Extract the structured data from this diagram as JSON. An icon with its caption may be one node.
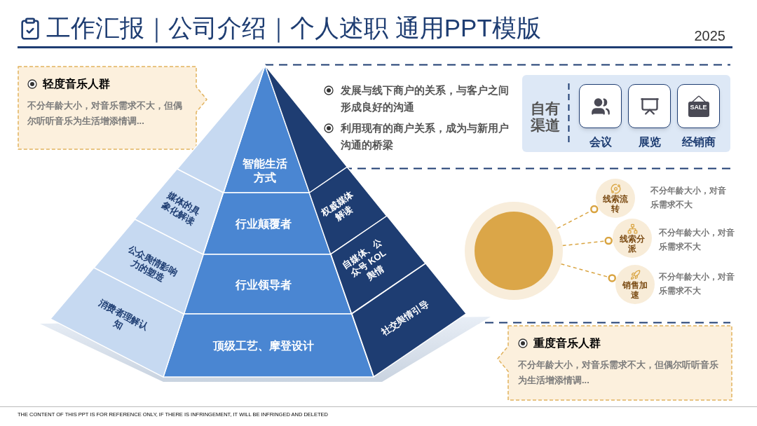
{
  "diagram": {
    "title": "工作汇报｜公司介绍｜个人述职 通用PPT模版",
    "nodes": [
      {
        "text": [
          "轻度音乐人群",
          "不分年龄大小，对音乐需求不大，但偶尔听听音乐为生活增添情调..."
        ]
      },
      {
        "text": [
          "智能生活方式"
        ]
      },
      {
        "text": [
          "行业颠覆者"
        ]
      },
      {
        "text": [
          "行业领导者"
        ]
      },
      {
        "text": [
          "顶级工艺、摩登设计"
        ]
      },
      {
        "text": [
          "媒体的具象化解读"
        ]
      },
      {
        "text": [
          "公众舆情影响力的塑造"
        ]
      },
      {
        "text": [
          "消费者理解认知"
        ]
      },
      {
        "text": [
          "权威媒体解读"
        ]
      },
      {
        "text": [
          "自媒体、公众号 KOL舆情"
        ]
      },
      {
        "text": [
          "社交舆情引导"
        ]
      },
      {
        "text": [
          "自有渠道"
        ]
      },
      {
        "text": [
          "会议"
        ],
        "in": 11
      },
      {
        "text": [
          "展览"
        ],
        "in": 11
      },
      {
        "text": [
          "经销商"
        ],
        "in": 11
      },
      {
        "text": [],
        "shape": "circle"
      },
      {
        "text": [
          "线索流转"
        ],
        "beside": [
          "不分年龄大小，对音乐需求不大"
        ]
      },
      {
        "text": [
          "线索分派"
        ],
        "beside": [
          "不分年龄大小，对音乐需求不大"
        ]
      },
      {
        "text": [
          "销售加速"
        ],
        "beside": [
          "不分年龄大小，对音乐需求不大"
        ]
      },
      {
        "text": [
          "重度音乐人群",
          "不分年龄大小，对音乐需求不大，但偶尔听听音乐为生活增添情调..."
        ]
      },
      {
        "text": [],
        "shape": "triangle"
      },
      {
        "text": [],
        "shape": "triangle"
      }
    ],
    "edges": [
      {
        "from": 15,
        "to": 16,
        "arrow": "other",
        "style": "dashed"
      },
      {
        "from": 15,
        "to": 17,
        "arrow": "other",
        "style": "dashed"
      },
      {
        "from": 15,
        "to": 18,
        "arrow": "other",
        "style": "dashed"
      }
    ],
    "labels": [
      "2025",
      "发展与线下商户的关系，与客户之间形成良好的沟通",
      "利用现有的商户关系，成为与新用户沟通的桥梁",
      "SALE",
      "THE CONTENT OF THIS PPT IS FOR REFERENCE ONLY, IF THERE IS INFRINGEMENT, IT WILL BE INFRINGED AND DELETED"
    ]
  }
}
